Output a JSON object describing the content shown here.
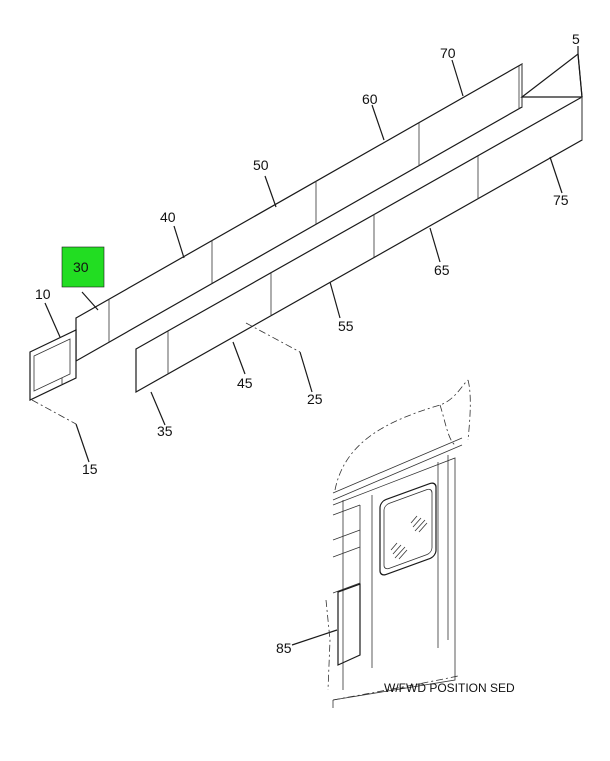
{
  "callouts": {
    "c5": "5",
    "c10": "10",
    "c15": "15",
    "c25": "25",
    "c30": "30",
    "c35": "35",
    "c40": "40",
    "c45": "45",
    "c50": "50",
    "c55": "55",
    "c60": "60",
    "c65": "65",
    "c70": "70",
    "c75": "75",
    "c85": "85"
  },
  "highlighted_callout": "30",
  "highlight_color": "#22dd22",
  "detail_caption": "W/FWD POSITION SED"
}
